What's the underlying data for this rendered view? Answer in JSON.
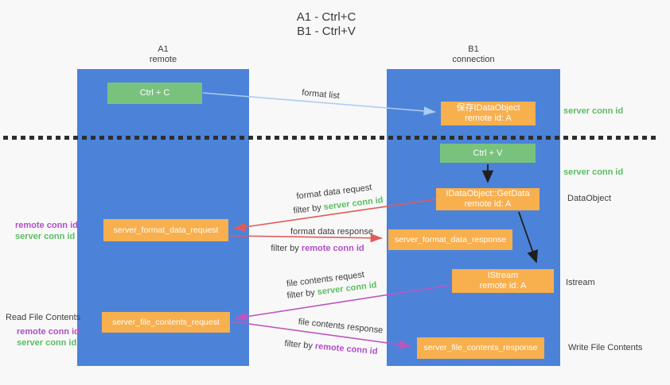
{
  "title": {
    "line1": "A1 - Ctrl+C",
    "line2": "B1 - Ctrl+V"
  },
  "columns": {
    "a": {
      "name": "A1",
      "subtitle": "remote"
    },
    "b": {
      "name": "B1",
      "subtitle": "connection"
    }
  },
  "boxes": {
    "ctrl_c": "Ctrl + C",
    "ctrl_v": "Ctrl + V",
    "save_dataobject": {
      "line1": "保存IDataObject",
      "line2": "remote id: A"
    },
    "getdata": {
      "line1": "IDataObject::GetData",
      "line2": "remote id: A"
    },
    "istream": {
      "line1": "IStream",
      "line2": "remote id: A"
    },
    "format_request": "server_format_data_request",
    "format_response": "server_format_data_response",
    "file_request": "server_file_contents_request",
    "file_response": "server_file_contents_response"
  },
  "arrow_labels": {
    "format_list": "format list",
    "format_data_request": "format data request",
    "format_data_response": "format data response",
    "file_contents_request": "file contents request",
    "file_contents_response": "file contents response",
    "filter_by": "filter by",
    "server_conn_id": "server conn id",
    "remote_conn_id": "remote conn id"
  },
  "side_labels": {
    "server_conn_id_top": "server conn id",
    "server_conn_id_mid": "server conn id",
    "dataobject": "DataObject",
    "istream": "Istream",
    "write_file_contents": "Write File Contents",
    "read_file_contents": "Read File Contents",
    "remote_conn_id_format": "remote conn id",
    "server_conn_id_format": "server conn id",
    "remote_conn_id_file": "remote conn id",
    "server_conn_id_file": "server conn id"
  },
  "colors": {
    "column_blue": "#4C83D9",
    "box_green": "#79C27D",
    "box_orange": "#F8AF4E",
    "arrow_red": "#E15A5A",
    "arrow_purple": "#BE55BE",
    "arrow_light_blue": "#AACDF0",
    "arrow_black": "#1f1f1f",
    "text_green": "#5ABE62",
    "text_purple": "#B14EC8"
  }
}
